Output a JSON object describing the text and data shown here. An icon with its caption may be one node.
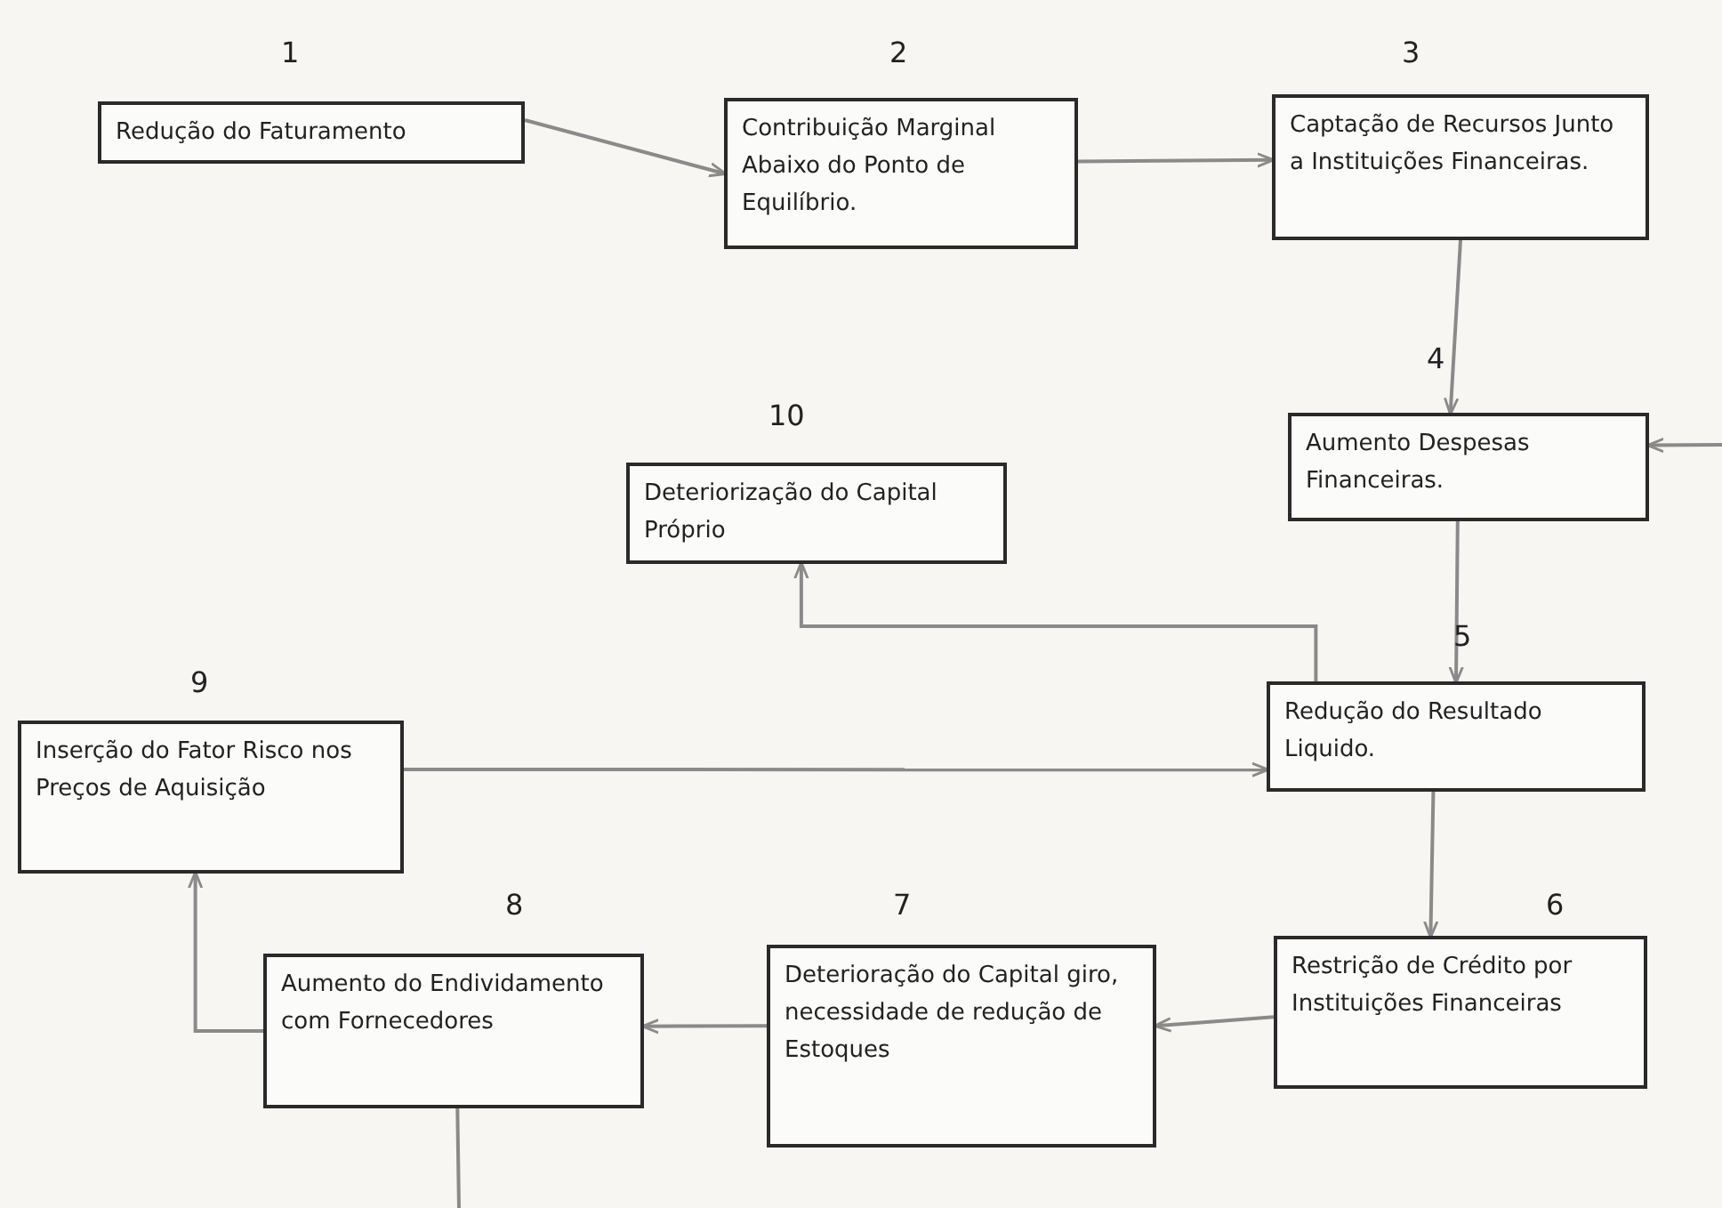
{
  "diagram": {
    "nodes": [
      {
        "text": [
          "Redução do Faturamento"
        ],
        "beside": [
          "1"
        ]
      },
      {
        "text": [
          "Contribuição Marginal Abaixo do Ponto de Equilíbrio."
        ],
        "beside": [
          "2"
        ]
      },
      {
        "text": [
          "Captação de Recursos Junto a Instituições Financeiras."
        ],
        "beside": [
          "3"
        ]
      },
      {
        "text": [
          "Aumento Despesas Financeiras."
        ],
        "beside": [
          "4"
        ]
      },
      {
        "text": [
          "Redução do Resultado Liquido."
        ],
        "beside": [
          "5"
        ]
      },
      {
        "text": [
          "Restrição de Crédito por Instituições Financeiras"
        ],
        "beside": [
          "6"
        ]
      },
      {
        "text": [
          "Deterioração do Capital giro, necessidade de redução de Estoques"
        ],
        "beside": [
          "7"
        ]
      },
      {
        "text": [
          "Aumento do Endividamento com Fornecedores"
        ],
        "beside": [
          "8"
        ]
      },
      {
        "text": [
          "Inserção do Fator Risco nos Preços de Aquisição"
        ],
        "beside": [
          "9"
        ]
      },
      {
        "text": [
          "Deteriorização do Capital Próprio"
        ],
        "beside": [
          "10"
        ]
      }
    ],
    "edges": [
      {
        "from": 0,
        "to": 1,
        "arrow": "to"
      },
      {
        "from": 1,
        "to": 2,
        "arrow": "to"
      },
      {
        "from": 2,
        "to": 3,
        "arrow": "to"
      },
      {
        "from": null,
        "to": 3,
        "arrow": "to"
      },
      {
        "from": 3,
        "to": 4,
        "arrow": "to"
      },
      {
        "from": 4,
        "to": 9,
        "arrow": "to"
      },
      {
        "from": 4,
        "to": 5,
        "arrow": "to"
      },
      {
        "from": 8,
        "to": 4,
        "arrow": "to"
      },
      {
        "from": 5,
        "to": 6,
        "arrow": "to"
      },
      {
        "from": 6,
        "to": 7,
        "arrow": "to"
      },
      {
        "from": 7,
        "to": 8,
        "arrow": "to"
      },
      {
        "from": 7,
        "to": null,
        "arrow": "none"
      }
    ]
  }
}
